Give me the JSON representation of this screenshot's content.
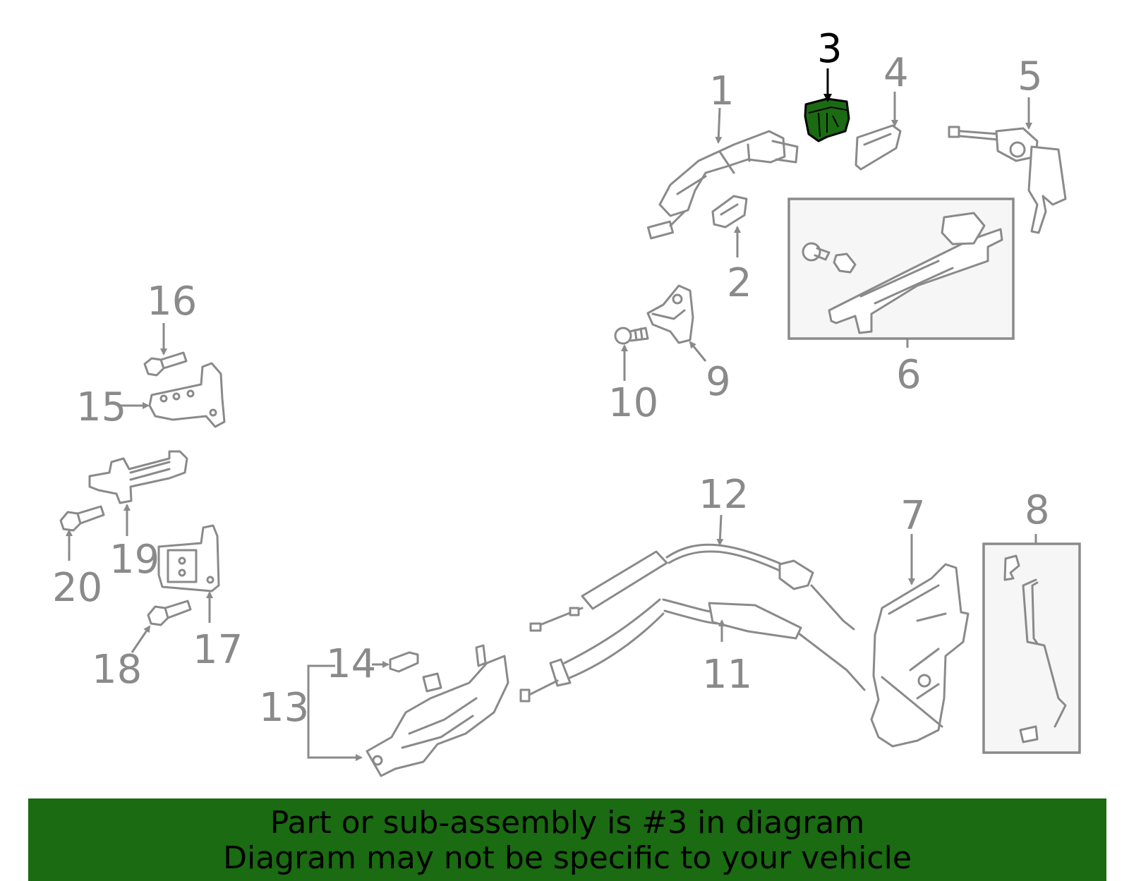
{
  "highlight_color": "#1a6b12",
  "callouts": {
    "c1": "1",
    "c2": "2",
    "c3": "3",
    "c4": "4",
    "c5": "5",
    "c6": "6",
    "c7": "7",
    "c8": "8",
    "c9": "9",
    "c10": "10",
    "c11": "11",
    "c12": "12",
    "c13": "13",
    "c14": "14",
    "c15": "15",
    "c16": "16",
    "c17": "17",
    "c18": "18",
    "c19": "19",
    "c20": "20"
  },
  "banner": {
    "line1": "Part or sub-assembly is #3 in diagram",
    "line2": "Diagram may not be specific to your vehicle"
  }
}
